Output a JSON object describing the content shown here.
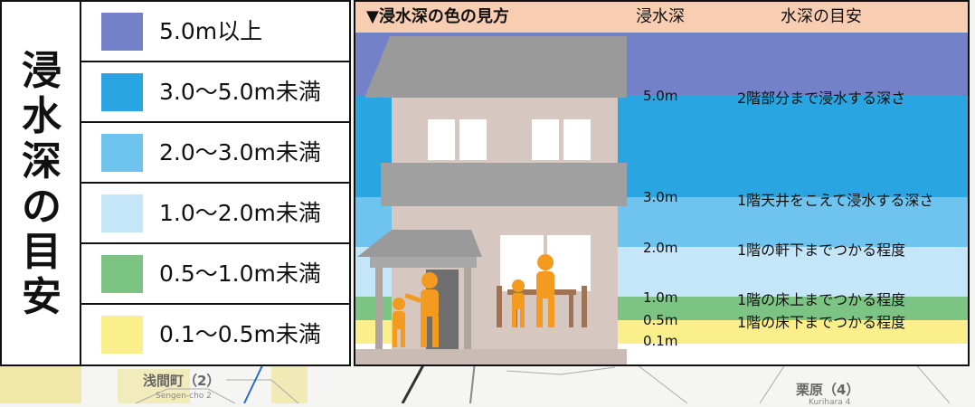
{
  "legend": {
    "title": "浸水深の目安",
    "rows": [
      {
        "label": "5.0m以上",
        "color": "#7381c8"
      },
      {
        "label": "3.0〜5.0m未満",
        "color": "#29a6e2"
      },
      {
        "label": "2.0〜3.0m未満",
        "color": "#6ec4ee"
      },
      {
        "label": "1.0〜2.0m未満",
        "color": "#c4e6f8"
      },
      {
        "label": "0.5〜1.0m未満",
        "color": "#7cc484"
      },
      {
        "label": "0.1〜0.5m未満",
        "color": "#fbef8c"
      }
    ]
  },
  "guide": {
    "title": "▼浸水深の色の見方",
    "col_depth": "浸水深",
    "col_desc": "水深の目安",
    "levels": [
      {
        "depth": "5.0m",
        "desc": "2階部分まで浸水する深さ"
      },
      {
        "depth": "3.0m",
        "desc": "1階天井をこえて浸水する深さ"
      },
      {
        "depth": "2.0m",
        "desc": "1階の軒下までつかる程度"
      },
      {
        "depth": "1.0m",
        "desc": "1階の床上までつかる程度"
      },
      {
        "depth": "0.5m",
        "desc": "1階の床下までつかる程度"
      },
      {
        "depth": "0.1m",
        "desc": ""
      }
    ]
  },
  "map": {
    "label_sengen": "浅間町（2）",
    "label_sengen_romaji": "Sengen-cho 2",
    "label_kurihara": "栗原（4）",
    "label_kurihara_romaji": "Kurihara 4"
  }
}
